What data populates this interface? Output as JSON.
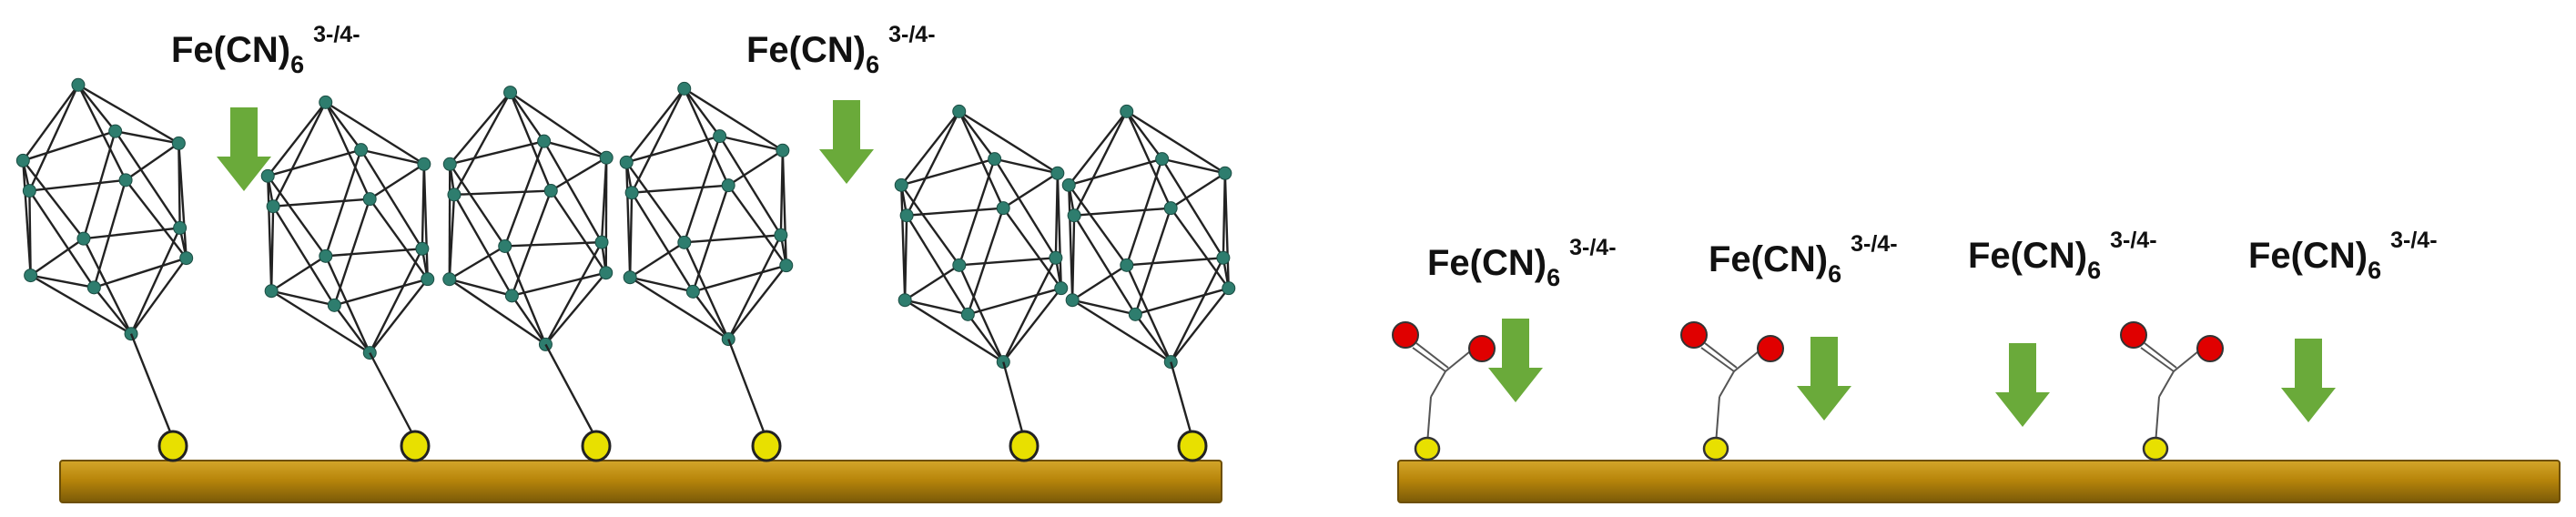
{
  "colors": {
    "substrate": "#b8860b",
    "substrate_edge": "#7a5a08",
    "arrow": "#6aaa3a",
    "cluster_vertex": "#2e7d6e",
    "cluster_edge": "#222222",
    "anchor": "#e8e000",
    "oxygen": "#e00000",
    "linker": "#555555"
  },
  "left_panel": {
    "labels": [
      {
        "base": "Fe(CN)",
        "sub": "6",
        "sup": "3-/4-"
      },
      {
        "base": "Fe(CN)",
        "sub": "6",
        "sup": "3-/4-"
      }
    ],
    "cluster_count": 6,
    "arrow_count": 2
  },
  "right_panel": {
    "labels": [
      {
        "base": "Fe(CN)",
        "sub": "6",
        "sup": "3-/4-"
      },
      {
        "base": "Fe(CN)",
        "sub": "6",
        "sup": "3-/4-"
      },
      {
        "base": "Fe(CN)",
        "sub": "6",
        "sup": "3-/4-"
      },
      {
        "base": "Fe(CN)",
        "sub": "6",
        "sup": "3-/4-"
      }
    ],
    "molecule_count": 3,
    "arrow_count": 4
  },
  "icons": {
    "arrow": "down-arrow-icon",
    "cluster": "icosahedral-cluster-icon",
    "molecule": "carboxylate-molecule-icon"
  }
}
